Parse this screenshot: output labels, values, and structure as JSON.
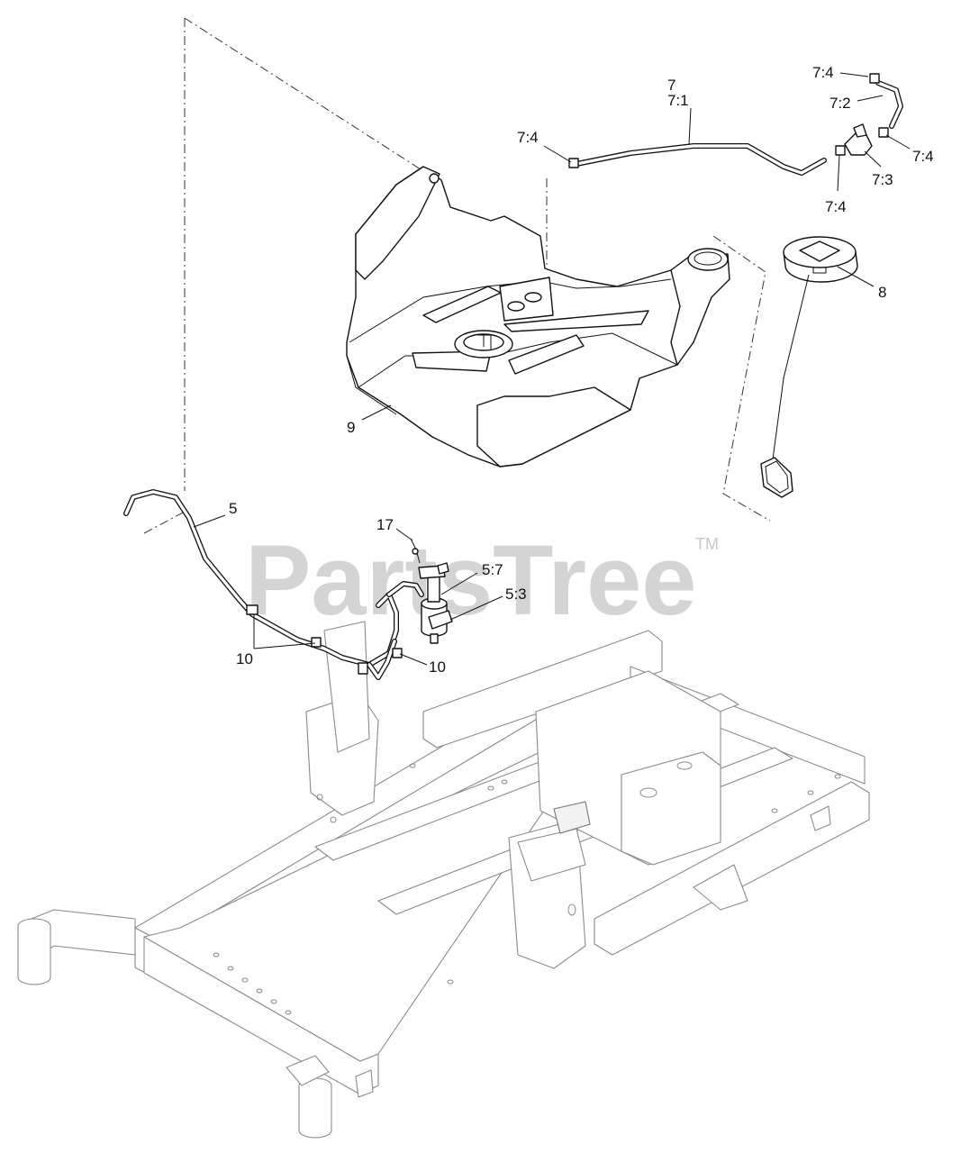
{
  "watermark": {
    "text": "PartsTree",
    "trademark": "TM"
  },
  "callouts": {
    "c7": "7",
    "c7_1": "7:1",
    "c7_4_top": "7:4",
    "c7_2": "7:2",
    "c7_4_left": "7:4",
    "c7_4_right": "7:4",
    "c7_3": "7:3",
    "c7_4_bottom": "7:4",
    "c8": "8",
    "c9": "9",
    "c5": "5",
    "c17": "17",
    "c5_7": "5:7",
    "c5_3": "5:3",
    "c10_left": "10",
    "c10_right": "10"
  }
}
